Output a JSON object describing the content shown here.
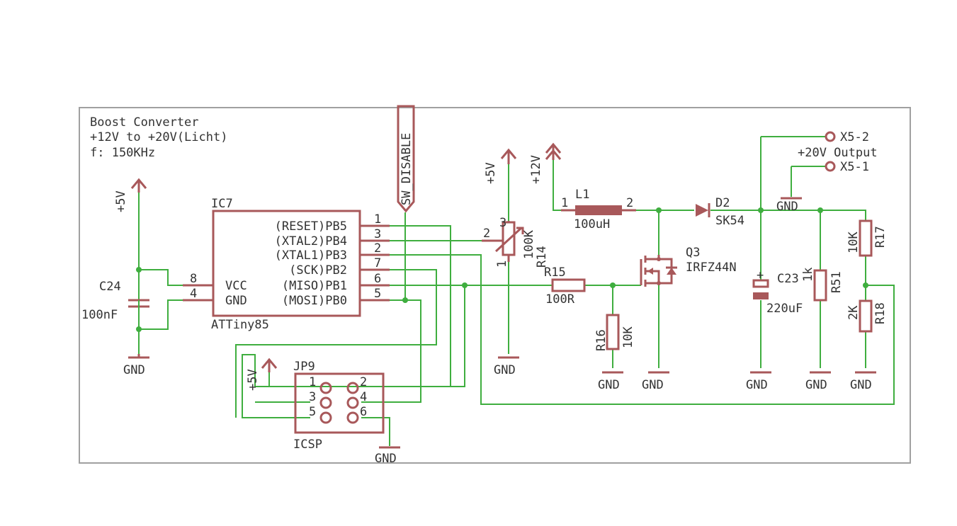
{
  "title": {
    "line1": "Boost Converter",
    "line2": "+12V to +20V(Licht)",
    "line3": "f: 150KHz"
  },
  "ic7": {
    "name": "IC7",
    "value": "ATTiny85",
    "left_pins": [
      {
        "num": "8",
        "label": "VCC"
      },
      {
        "num": "4",
        "label": "GND"
      }
    ],
    "right_pins": [
      {
        "num": "1",
        "label": "(RESET)PB5"
      },
      {
        "num": "3",
        "label": "(XTAL2)PB4"
      },
      {
        "num": "2",
        "label": "(XTAL1)PB3"
      },
      {
        "num": "7",
        "label": "(SCK)PB2"
      },
      {
        "num": "6",
        "label": "(MISO)PB1"
      },
      {
        "num": "5",
        "label": "(MOSI)PB0"
      }
    ]
  },
  "c24": {
    "name": "C24",
    "value": "100nF"
  },
  "jp9": {
    "name": "JP9",
    "value": "ICSP",
    "pins": [
      "1",
      "2",
      "3",
      "4",
      "5",
      "6"
    ]
  },
  "sw_disable": "SW_DISABLE",
  "r14": {
    "name": "R14",
    "value": "100K",
    "pins": [
      "1",
      "2",
      "3"
    ]
  },
  "r15": {
    "name": "R15",
    "value": "100R"
  },
  "r16": {
    "name": "R16",
    "value": "10K"
  },
  "l1": {
    "name": "L1",
    "value": "100uH",
    "pins": [
      "1",
      "2"
    ]
  },
  "q3": {
    "name": "Q3",
    "value": "IRFZ44N"
  },
  "d2": {
    "name": "D2",
    "value": "SK54"
  },
  "c23": {
    "name": "C23",
    "value": "220uF"
  },
  "r51": {
    "name": "R51",
    "value": "1k"
  },
  "r17": {
    "name": "R17",
    "value": "10K"
  },
  "r18": {
    "name": "R18",
    "value": "2K"
  },
  "output": {
    "x5_2": "X5-2",
    "x5_1": "X5-1",
    "label": "+20V Output"
  },
  "supplies": {
    "p5v": "+5V",
    "p12v": "+12V",
    "gnd": "GND"
  },
  "colors": {
    "wire": "#3fae3f",
    "symbol": "#a8585a",
    "text": "#333333",
    "frame": "#a0a0a0"
  }
}
